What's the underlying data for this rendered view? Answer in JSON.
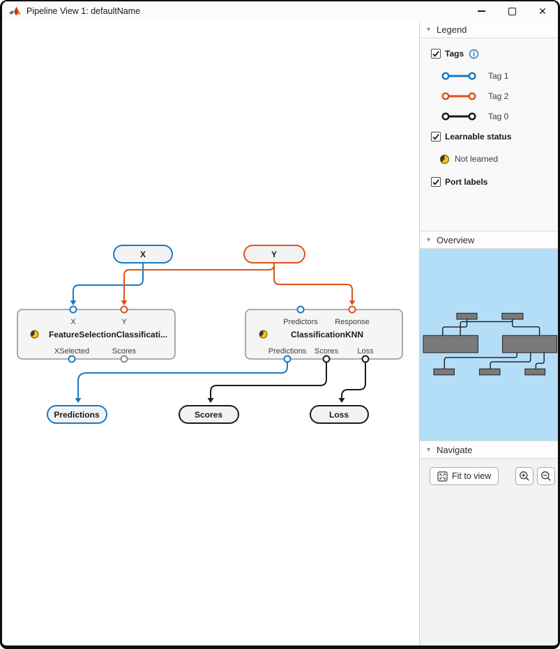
{
  "window": {
    "title": "Pipeline View 1: defaultName"
  },
  "sidebar": {
    "legend": {
      "header": "Legend",
      "tags_label": "Tags",
      "tags": [
        {
          "label": "Tag 1",
          "color": "#1779c4"
        },
        {
          "label": "Tag 2",
          "color": "#d95319"
        },
        {
          "label": "Tag 0",
          "color": "#1a1a1a"
        }
      ],
      "learnable_label": "Learnable status",
      "not_learned_label": "Not learned",
      "port_labels_label": "Port labels"
    },
    "overview": {
      "header": "Overview"
    },
    "navigate": {
      "header": "Navigate",
      "fit_label": "Fit to view"
    }
  },
  "pipeline": {
    "inputs": [
      {
        "label": "X"
      },
      {
        "label": "Y"
      }
    ],
    "blocks": [
      {
        "title": "FeatureSelectionClassificati...",
        "status": "Not learned",
        "inputs": [
          "X",
          "Y"
        ],
        "outputs": [
          "XSelected",
          "Scores"
        ]
      },
      {
        "title": "ClassificationKNN",
        "status": "Not learned",
        "inputs": [
          "Predictors",
          "Response"
        ],
        "outputs": [
          "Predictions",
          "Scores",
          "Loss"
        ]
      }
    ],
    "outputs": [
      {
        "label": "Predictions"
      },
      {
        "label": "Scores"
      },
      {
        "label": "Loss"
      }
    ]
  },
  "colors": {
    "tag1_blue": "#1779c4",
    "tag2_orange": "#d95319",
    "tag0_black": "#1a1a1a",
    "unset_port_gray": "#8c8c8c",
    "not_learned_yellow": "#f5c710",
    "minimap_bg": "#b4ddf7"
  }
}
